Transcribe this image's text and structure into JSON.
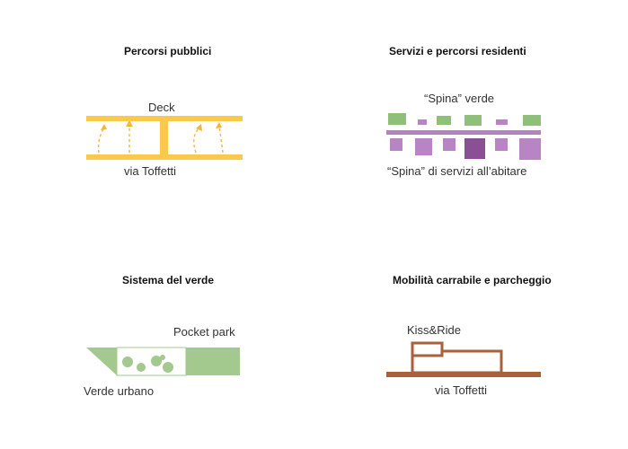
{
  "panels": {
    "public_paths": {
      "title": "Percorsi pubblici",
      "deck_label": "Deck",
      "street_label": "via Toffetti",
      "color": "#F9C94B"
    },
    "residents": {
      "title": "Servizi e percorsi residenti",
      "green_spine_label": "“Spina” verde",
      "services_spine_label": "“Spina” di servizi all’abitare",
      "line_color": "#B77FC4",
      "green_color": "#8FC07A",
      "service_color": "#B984C6",
      "service_dark_color": "#8A4F94"
    },
    "green_system": {
      "title": "Sistema del verde",
      "pocket_park_label": "Pocket park",
      "urban_green_label": "Verde urbano",
      "color": "#A3C98E"
    },
    "mobility": {
      "title": "Mobilità carrabile e parcheggio",
      "kiss_ride_label": "Kiss&Ride",
      "street_label": "via Toffetti",
      "color": "#A8613A"
    }
  }
}
